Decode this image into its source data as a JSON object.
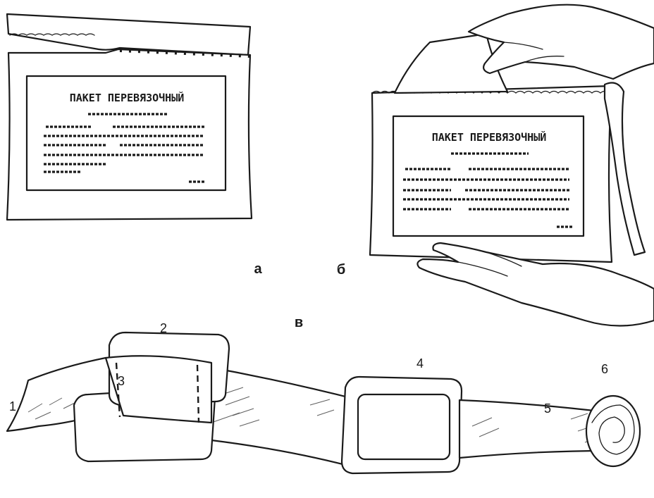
{
  "panels": {
    "a": {
      "letter": "а",
      "package_title": "ПАКЕТ ПЕРЕВЯЗОЧНЫЙ"
    },
    "b": {
      "letter": "б",
      "package_title": "ПАКЕТ ПЕРЕВЯЗОЧНЫЙ"
    },
    "c": {
      "letter": "в"
    }
  },
  "parts": [
    {
      "number": "1"
    },
    {
      "number": "2"
    },
    {
      "number": "3"
    },
    {
      "number": "4"
    },
    {
      "number": "5"
    },
    {
      "number": "6"
    }
  ]
}
